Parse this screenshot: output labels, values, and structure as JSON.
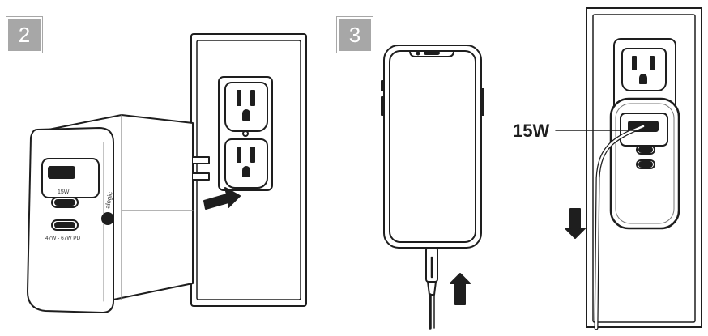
{
  "steps": {
    "step_a": "2",
    "step_b": "3"
  },
  "charger": {
    "port_label_usb_a": "15W",
    "port_label_usb_c": "47W - 67W PD",
    "brand_logo_text": "alogic"
  },
  "callout": {
    "power_label": "15W"
  },
  "colors": {
    "line": "#1e1e1e",
    "badge": "#a7a7a7",
    "background": "#ffffff"
  }
}
